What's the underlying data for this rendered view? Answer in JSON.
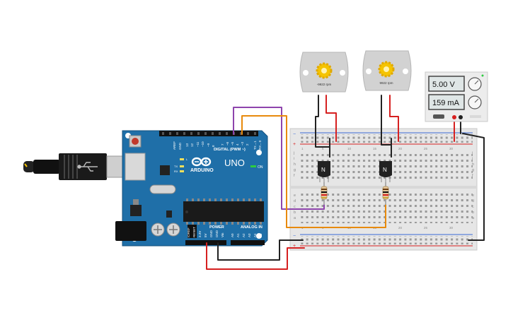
{
  "arduino": {
    "brand": "ARDUINO",
    "model": "UNO",
    "on_label": "ON",
    "digital_label": "DIGITAL (PWM ~)",
    "power_label": "POWER",
    "analog_label": "ANALOG IN",
    "l_label": "L",
    "tx_label": "TX",
    "rx_label": "RX",
    "aref": "AREF",
    "gnd": "GND",
    "digital_pins": [
      "13",
      "12",
      "~11",
      "~10",
      "~9",
      "8",
      "7",
      "~6",
      "~5",
      "4",
      "~3",
      "2",
      "TX→1",
      "RX←0"
    ],
    "power_pins": [
      "IOREF",
      "RESET",
      "3.3V",
      "5V",
      "GND",
      "GND",
      "Vin"
    ],
    "analog_pins": [
      "A0",
      "A1",
      "A2",
      "A3",
      "A4",
      "A5"
    ]
  },
  "power_supply": {
    "voltage": "5.00 V",
    "current": "159 mA"
  },
  "motors": [
    {
      "rpm": "-9922 rpm"
    },
    {
      "rpm": "9922 rpm"
    }
  ],
  "transistors": [
    {
      "label": "N"
    },
    {
      "label": "N"
    }
  ],
  "breadboard": {
    "row_letters_top": [
      "j",
      "i",
      "h",
      "g",
      "f"
    ],
    "row_letters_bottom": [
      "e",
      "d",
      "c",
      "b",
      "a"
    ],
    "column_numbers": [
      "1",
      "5",
      "10",
      "15",
      "20",
      "25",
      "30"
    ]
  },
  "colors": {
    "board_blue": "#1f6fa8",
    "wire_purple": "#8e44ad",
    "wire_orange": "#e88a0c",
    "wire_red": "#d62020",
    "wire_black": "#222222",
    "breadboard": "#e6e6e6"
  }
}
